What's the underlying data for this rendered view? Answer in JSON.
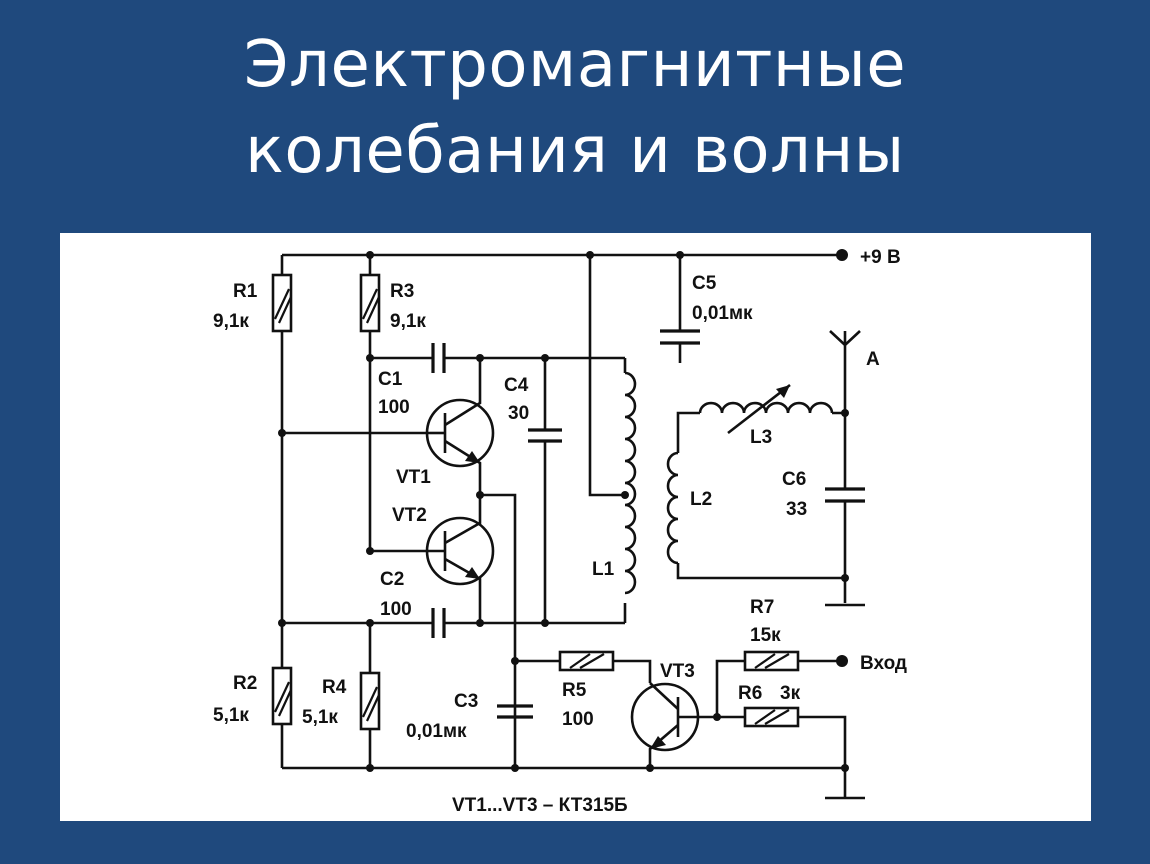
{
  "slide": {
    "title_line1": "Электромагнитные",
    "title_line2": "колебания и волны",
    "background": "#1f497d"
  },
  "schematic": {
    "supply_label": "+9 В",
    "antenna_label": "А",
    "input_label": "Вход",
    "footer_note": "VT1...VT3 – КТ315Б",
    "components": {
      "R1": {
        "name": "R1",
        "value": "9,1к"
      },
      "R2": {
        "name": "R2",
        "value": "5,1к"
      },
      "R3": {
        "name": "R3",
        "value": "9,1к"
      },
      "R4": {
        "name": "R4",
        "value": "5,1к"
      },
      "R5": {
        "name": "R5",
        "value": "100"
      },
      "R6": {
        "name": "R6",
        "value": "3к"
      },
      "R7": {
        "name": "R7",
        "value": "15к"
      },
      "C1": {
        "name": "C1",
        "value": "100"
      },
      "C2": {
        "name": "C2",
        "value": "100"
      },
      "C3": {
        "name": "C3",
        "value": "0,01мк"
      },
      "C4": {
        "name": "C4",
        "value": "30"
      },
      "C5": {
        "name": "C5",
        "value": "0,01мк"
      },
      "C6": {
        "name": "C6",
        "value": "33"
      },
      "L1": {
        "name": "L1"
      },
      "L2": {
        "name": "L2"
      },
      "L3": {
        "name": "L3"
      },
      "VT1": {
        "name": "VT1"
      },
      "VT2": {
        "name": "VT2"
      },
      "VT3": {
        "name": "VT3"
      }
    }
  }
}
